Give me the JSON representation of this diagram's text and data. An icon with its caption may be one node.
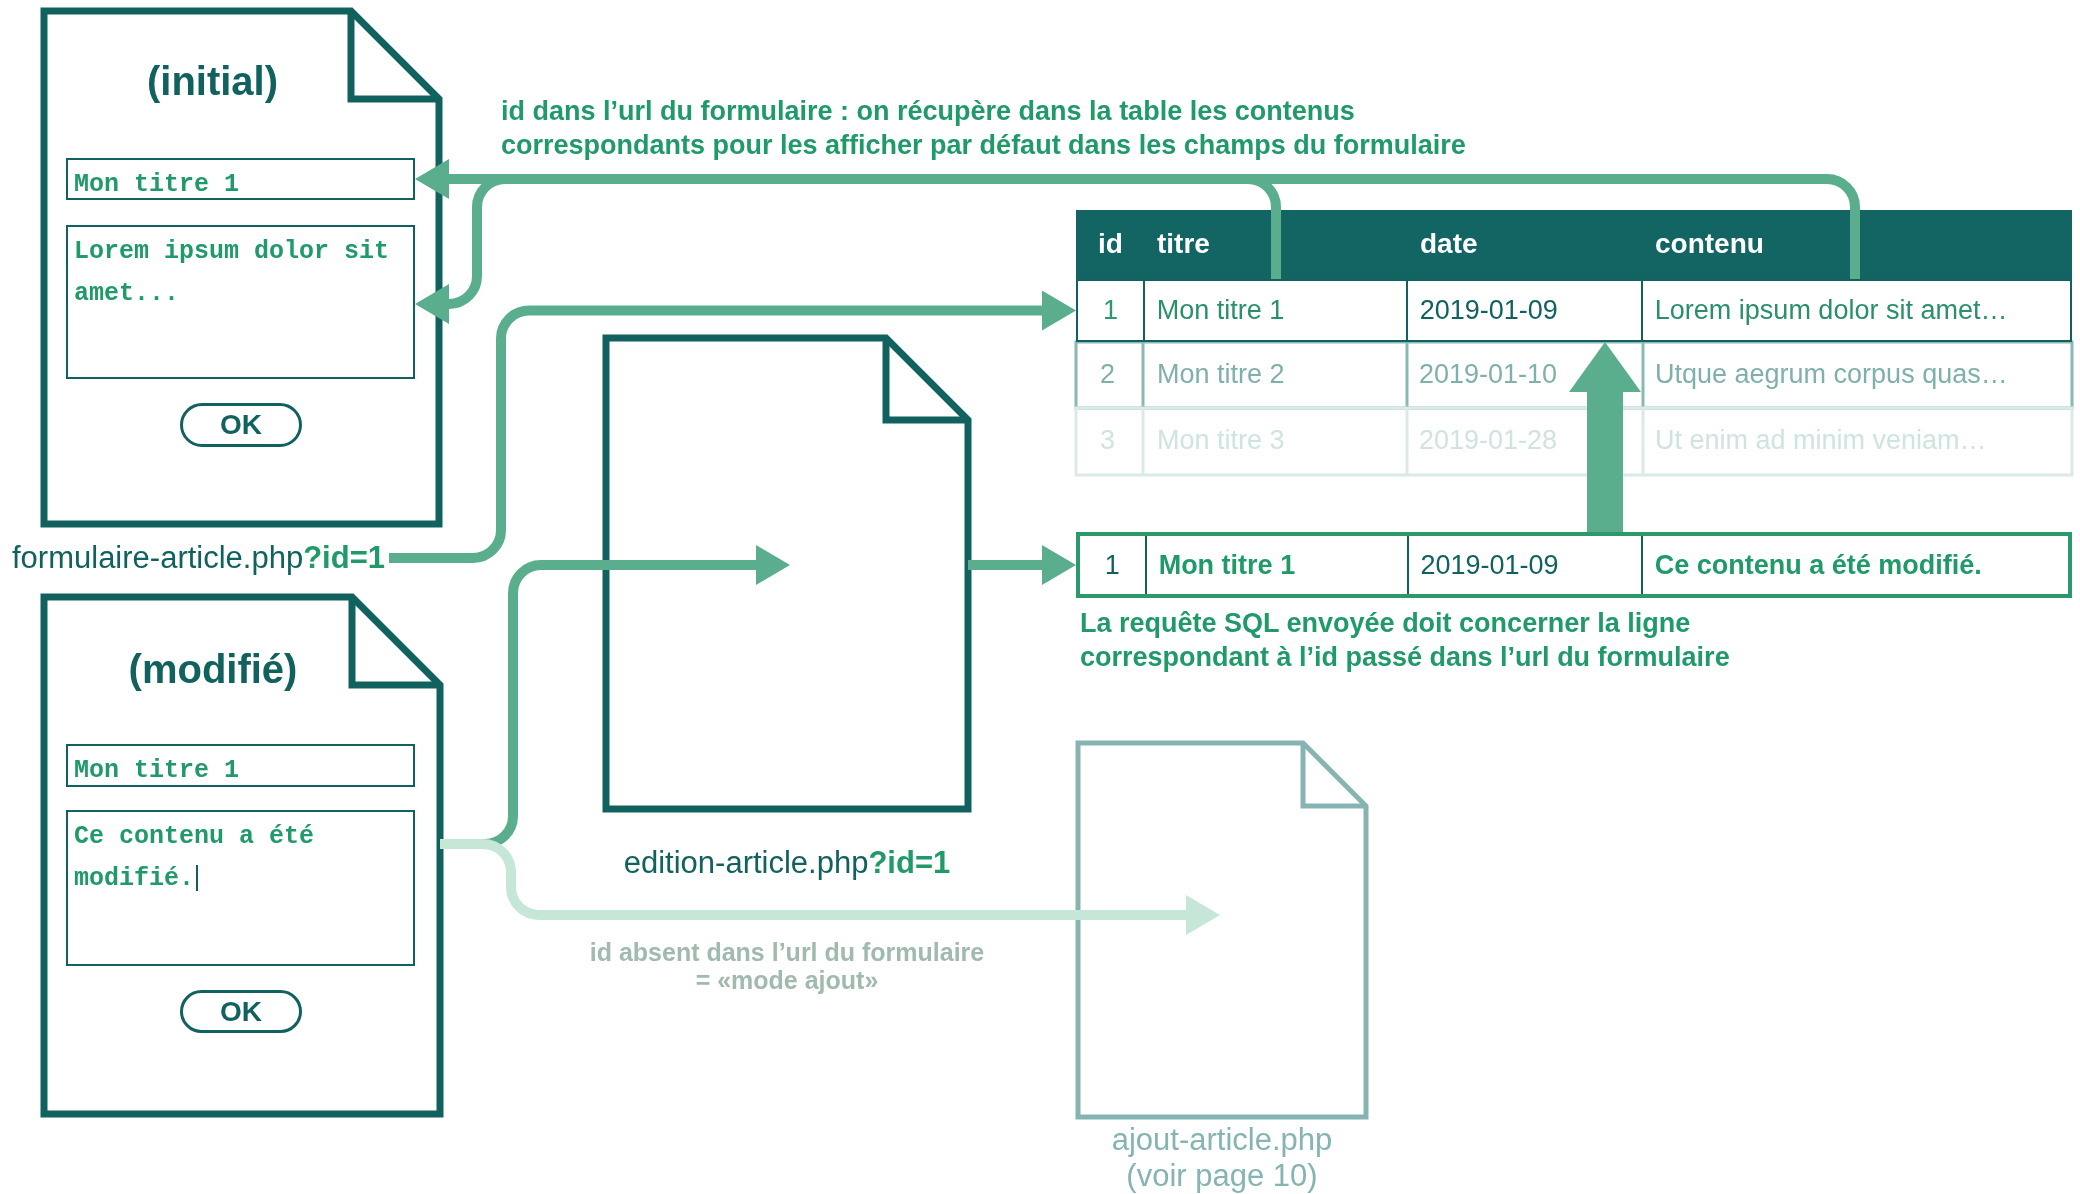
{
  "diagram": {
    "nodes": [
      {
        "text": [
          "(initial)"
        ]
      },
      {
        "text": [
          "Mon titre 1"
        ],
        "in": 0
      },
      {
        "text": [
          "Lorem ipsum dolor sit amet..."
        ],
        "in": 0
      },
      {
        "text": [
          "OK"
        ],
        "in": 0
      },
      {
        "text": [
          "formulaire-article.php**?id=1**"
        ]
      },
      {
        "text": [
          "1",
          "Mon titre 1",
          "2019-01-09",
          "Lorem ipsum dolor sit amet…"
        ]
      },
      {
        "text": [],
        "shape": "document",
        "beside": [
          "edition-article.php**?id=1**"
        ]
      },
      {
        "text": [
          "1",
          "Mon titre 1",
          "2019-01-09",
          "Ce contenu a été modifié."
        ]
      },
      {
        "text": [
          "(modifié)"
        ]
      },
      {
        "text": [
          "Mon titre 1"
        ],
        "in": 8
      },
      {
        "text": [
          "Ce contenu a été modifié."
        ],
        "in": 8
      },
      {
        "text": [
          "OK"
        ],
        "in": 8
      },
      {
        "text": [],
        "shape": "document",
        "beside": [
          "ajout-article.php",
          "(voir page 10)"
        ]
      }
    ],
    "edges": [
      {
        "from": 5,
        "to": 1,
        "arrow": "to"
      },
      {
        "from": 5,
        "to": 2,
        "arrow": "to"
      },
      {
        "from": 4,
        "to": 5,
        "arrow": "to"
      },
      {
        "from": 8,
        "to": 6,
        "arrow": "to"
      },
      {
        "from": 6,
        "to": 7,
        "arrow": "to"
      },
      {
        "from": 7,
        "to": 5,
        "arrow": "to",
        "style": "thick"
      },
      {
        "from": 8,
        "to": 12,
        "arrow": "to",
        "color": "#c6e6d8",
        "label": "id absent dans l’url du formulaire = «mode ajout»"
      }
    ],
    "labels": [
      "id dans l’url du formulaire : on récupère dans la table les contenus correspondants pour les afficher par défaut dans les champs du formulaire",
      "id",
      "titre",
      "date",
      "contenu",
      "2",
      "Mon titre 2",
      "2019-01-10",
      "Utque aegrum corpus quas…",
      "3",
      "Mon titre 3",
      "2019-01-28",
      "Ut enim ad minim veniam…",
      "La requête SQL envoyée doit concerner la ligne correspondant à l’id passé dans l’url du formulaire"
    ]
  }
}
